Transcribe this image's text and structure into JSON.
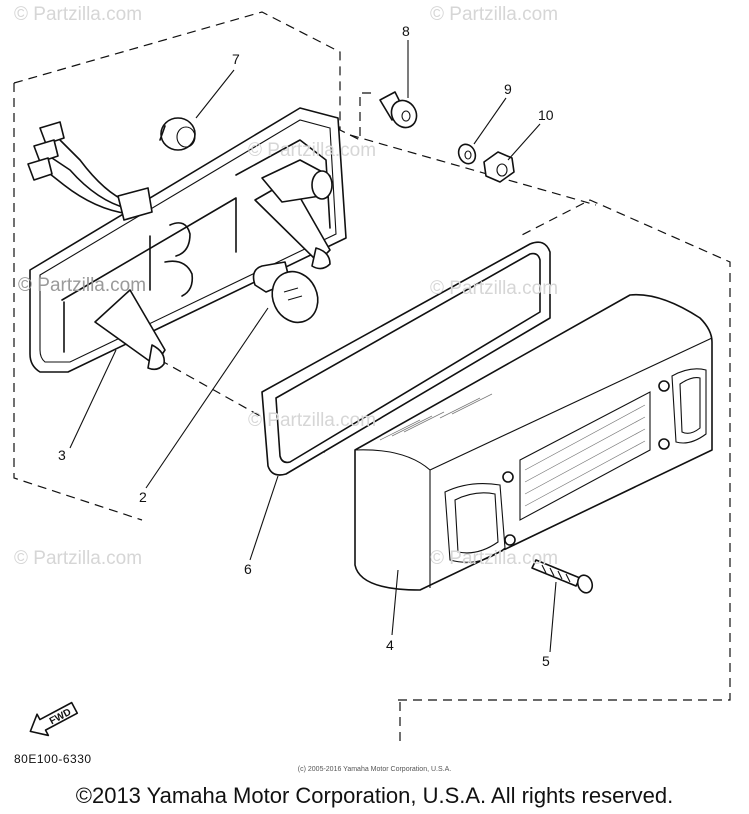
{
  "watermarks": [
    "© Partzilla.com",
    "© Partzilla.com",
    "© Partzilla.com",
    "© Partzilla.com",
    "© Partzilla.com",
    "© Partzilla.com",
    "© Partzilla.com",
    "© Partzilla.com"
  ],
  "callouts": [
    "2",
    "3",
    "4",
    "5",
    "6",
    "7",
    "8",
    "9",
    "10"
  ],
  "fwd_label": "FWD",
  "part_code": "80E100-6330",
  "small_copyright": "(c) 2005-2016 Yamaha Motor Corporation, U.S.A.",
  "copyright": "©2013 Yamaha Motor Corporation, U.S.A. All rights reserved."
}
